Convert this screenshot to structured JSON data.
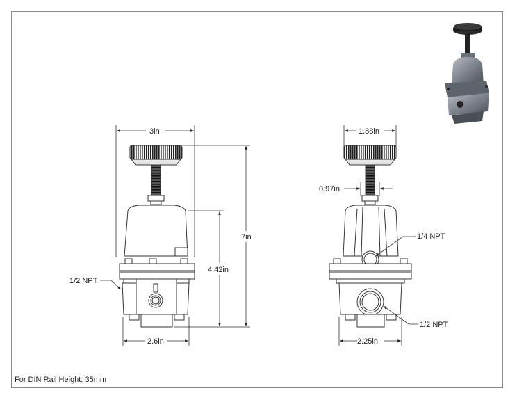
{
  "labels": {
    "front_width_top": "3in",
    "front_overall_height": "7in",
    "front_body_height": "4.42in",
    "front_base_width": "2.6in",
    "front_port": "1/2 NPT",
    "side_knob_width": "1.88in",
    "side_stem_width": "0.97in",
    "side_top_port": "1/4 NPT",
    "side_bottom_port": "1/2 NPT",
    "side_base_width": "2.25in"
  },
  "footer": {
    "note": "For DIN Rail Height: 35mm"
  },
  "colors": {
    "line": "#333333",
    "hatch": "#222222",
    "body_fill": "#ffffff"
  },
  "icons": {
    "render": "regulator-3d-render-icon"
  }
}
